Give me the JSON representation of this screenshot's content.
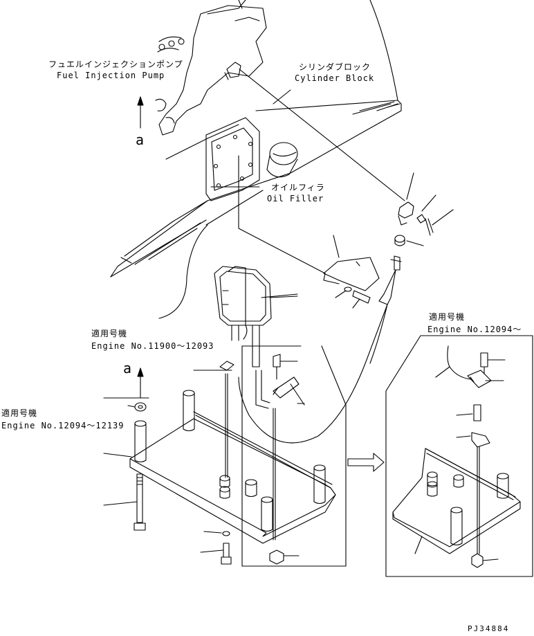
{
  "labels": {
    "fuel_pump_jp": "フュエルインジェクションポンプ",
    "fuel_pump_en": "Fuel Injection Pump",
    "cylinder_block_jp": "シリンダブロック",
    "cylinder_block_en": "Cylinder Block",
    "oil_filler_jp": "オイルフィラ",
    "oil_filler_en": "Oil Filler",
    "view_arrow_top": "a",
    "view_arrow_left": "a",
    "engine_range_1_jp": "適用号機",
    "engine_range_1_en": "Engine No.11900～12093",
    "engine_range_2_jp": "適用号機",
    "engine_range_2_en": "Engine No.12094～12139",
    "engine_range_3_jp": "適用号機",
    "engine_range_3_en": "Engine No.12094～",
    "drawing_number": "PJ34884"
  },
  "colors": {
    "line": "#000000",
    "background": "#ffffff"
  }
}
